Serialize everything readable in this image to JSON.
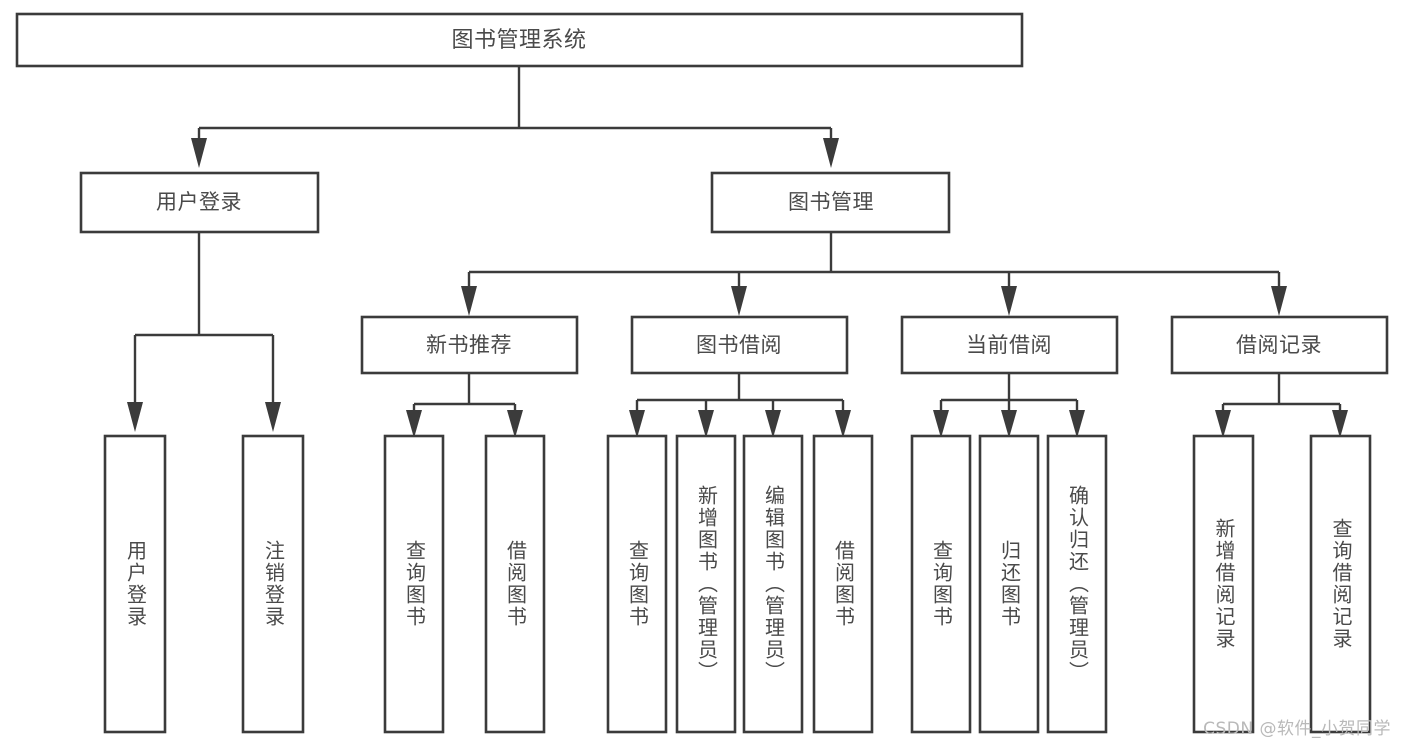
{
  "diagram": {
    "type": "tree-hierarchy",
    "title": "图书管理系统",
    "orientation": "top-down",
    "colors": {
      "background": "#ffffff",
      "box_stroke": "#3b3b3b",
      "box_fill": "#ffffff",
      "text": "#4a4a4a",
      "watermark": "#b9b9b9"
    },
    "levels": 3,
    "root": {
      "label": "图书管理系统",
      "orientation": "horizontal"
    },
    "level2": [
      {
        "label": "用户登录",
        "orientation": "horizontal"
      },
      {
        "label": "图书管理",
        "orientation": "horizontal"
      }
    ],
    "level3": [
      {
        "label": "新书推荐",
        "orientation": "horizontal",
        "parent": "图书管理"
      },
      {
        "label": "图书借阅",
        "orientation": "horizontal",
        "parent": "图书管理"
      },
      {
        "label": "当前借阅",
        "orientation": "horizontal",
        "parent": "图书管理"
      },
      {
        "label": "借阅记录",
        "orientation": "horizontal",
        "parent": "图书管理"
      }
    ],
    "leaves": [
      {
        "label": "用户登录",
        "parent": "用户登录",
        "orientation": "vertical"
      },
      {
        "label": "注销登录",
        "parent": "用户登录",
        "orientation": "vertical"
      },
      {
        "label": "查询图书",
        "parent": "新书推荐",
        "orientation": "vertical"
      },
      {
        "label": "借阅图书",
        "parent": "新书推荐",
        "orientation": "vertical"
      },
      {
        "label": "查询图书",
        "parent": "图书借阅",
        "orientation": "vertical"
      },
      {
        "label": "新增图书（管理员）",
        "parent": "图书借阅",
        "orientation": "vertical"
      },
      {
        "label": "编辑图书（管理员）",
        "parent": "图书借阅",
        "orientation": "vertical"
      },
      {
        "label": "借阅图书",
        "parent": "图书借阅",
        "orientation": "vertical"
      },
      {
        "label": "查询图书",
        "parent": "当前借阅",
        "orientation": "vertical"
      },
      {
        "label": "归还图书",
        "parent": "当前借阅",
        "orientation": "vertical"
      },
      {
        "label": "确认归还（管理员）",
        "parent": "当前借阅",
        "orientation": "vertical"
      },
      {
        "label": "新增借阅记录",
        "parent": "借阅记录",
        "orientation": "vertical"
      },
      {
        "label": "查询借阅记录",
        "parent": "借阅记录",
        "orientation": "vertical"
      }
    ]
  },
  "watermark": {
    "text": "CSDN @软件_小贺同学"
  }
}
